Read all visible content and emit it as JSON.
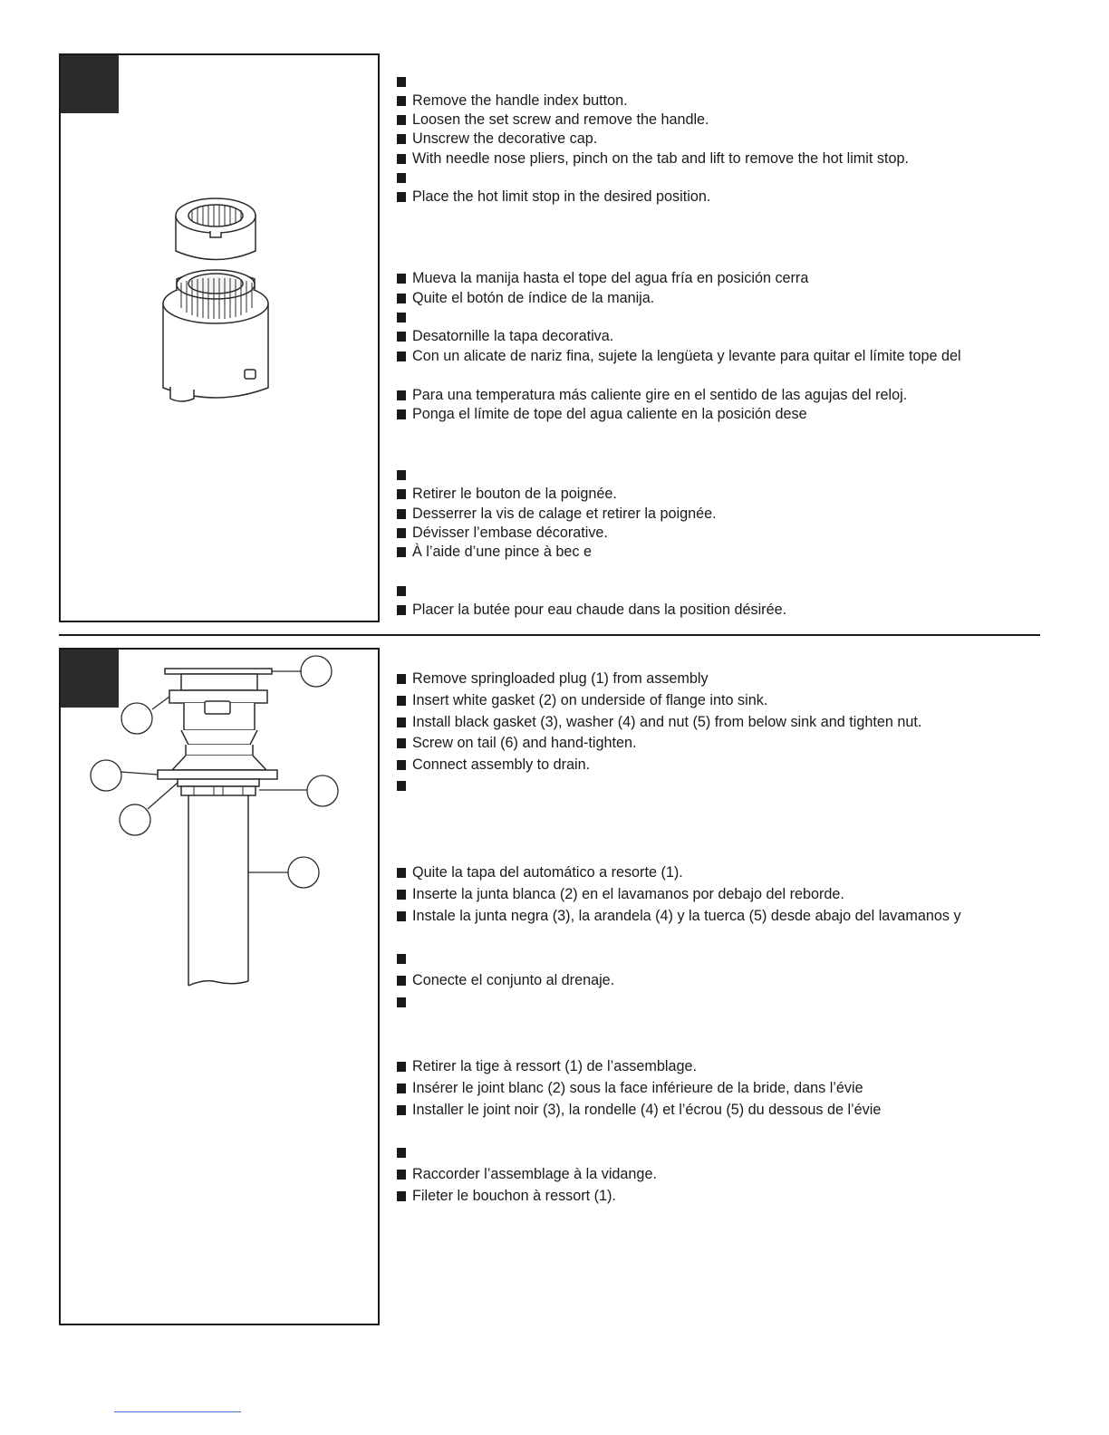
{
  "section1": {
    "steps": [
      {
        "text": ""
      },
      {
        "text": "Remove the handle index button."
      },
      {
        "text": "Loosen the set screw and remove the handle."
      },
      {
        "text": "Unscrew the decorative cap."
      },
      {
        "text": "With needle nose pliers, pinch on the tab and lift to remove the hot limit stop."
      },
      {
        "text": ""
      },
      {
        "text": "Place the hot limit stop in the desired position."
      },
      {
        "text": "Mueva la manija hasta el tope del agua fría en posición cerra"
      },
      {
        "text": "Quite el botón de índice de la manija."
      },
      {
        "text": ""
      },
      {
        "text": "Desatornille la tapa decorativa."
      },
      {
        "text": "Con un alicate de nariz fina, sujete la lengüeta y levante para quitar el límite tope del"
      },
      {
        "text": "Para una temperatura más caliente gire en el sentido de las agujas del reloj."
      },
      {
        "text": "Ponga el límite de tope del agua caliente en la posición dese"
      },
      {
        "text": ""
      },
      {
        "text": "Retirer le bouton de la poignée."
      },
      {
        "text": "Desserrer la vis de calage et retirer la poignée."
      },
      {
        "text": "Dévisser l’embase décorative."
      },
      {
        "text": "À l’aide d’une pince à bec e"
      },
      {
        "text": ""
      },
      {
        "text": "Placer la butée pour eau chaude dans la position désirée."
      }
    ]
  },
  "section2": {
    "steps": [
      {
        "text": "Remove springloaded plug (1) from assembly"
      },
      {
        "text": "Insert white gasket (2) on underside of flange into sink."
      },
      {
        "text": "Install black gasket (3), washer (4) and nut (5) from below sink and tighten nut."
      },
      {
        "text": "Screw on tail (6) and hand-tighten."
      },
      {
        "text": "Connect assembly to drain."
      },
      {
        "text": ""
      },
      {
        "text": "Quite la tapa del automático a resorte (1)."
      },
      {
        "text": "Inserte la junta blanca (2) en el lavamanos por debajo del reborde."
      },
      {
        "text": "Instale la junta negra (3), la arandela (4) y la tuerca (5) desde abajo del lavamanos y"
      },
      {
        "text": ""
      },
      {
        "text": "Conecte el conjunto al drenaje."
      },
      {
        "text": ""
      },
      {
        "text": "Retirer la tige à ressort (1) de l’assemblage."
      },
      {
        "text": "Insérer le joint blanc (2) sous la face inférieure de la bride, dans l’évie"
      },
      {
        "text": "Installer le joint noir (3), la rondelle (4) et l’écrou (5) du dessous de l’évie"
      },
      {
        "text": ""
      },
      {
        "text": "Raccorder l’assemblage à la vidange."
      },
      {
        "text": "Fileter le bouchon à ressort (1)."
      }
    ]
  }
}
